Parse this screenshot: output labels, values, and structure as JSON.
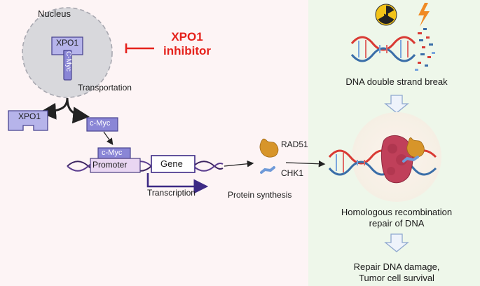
{
  "nucleus": {
    "label": "Nucleus"
  },
  "xpo1_inside": {
    "label": "XPO1"
  },
  "cmyc_inside": {
    "label": "C-Myc"
  },
  "inhibitor": {
    "line1": "XPO1",
    "line2": "inhibitor"
  },
  "transport": {
    "label": "Transportation"
  },
  "xpo1_free": {
    "label": "XPO1"
  },
  "cmyc_free": {
    "label": "c-Myc"
  },
  "cmyc_bound": {
    "label": "c-Myc"
  },
  "promoter": {
    "label": "Promoter"
  },
  "gene": {
    "label": "Gene"
  },
  "transcription": {
    "label": "Transcription"
  },
  "rad51": {
    "label": "RAD51"
  },
  "chk1": {
    "label": "CHK1"
  },
  "protein_synthesis": {
    "label": "Protein synthesis"
  },
  "dsb": {
    "label": "DNA double strand break"
  },
  "hr": {
    "line1": "Homologous recombination",
    "line2": "repair of DNA"
  },
  "outcome": {
    "line1": "Repair DNA damage,",
    "line2": "Tumor cell survival"
  },
  "colors": {
    "left_bg": "#fdf4f5",
    "right_bg": "#eef7ea",
    "inhibitor_red": "#e5221c",
    "protein_purple": "#8a86d6",
    "dna_red": "#d93a34",
    "dna_blue": "#3a6ea8",
    "rad51_orange": "#d7952a",
    "repair_complex": "#c0405a"
  }
}
